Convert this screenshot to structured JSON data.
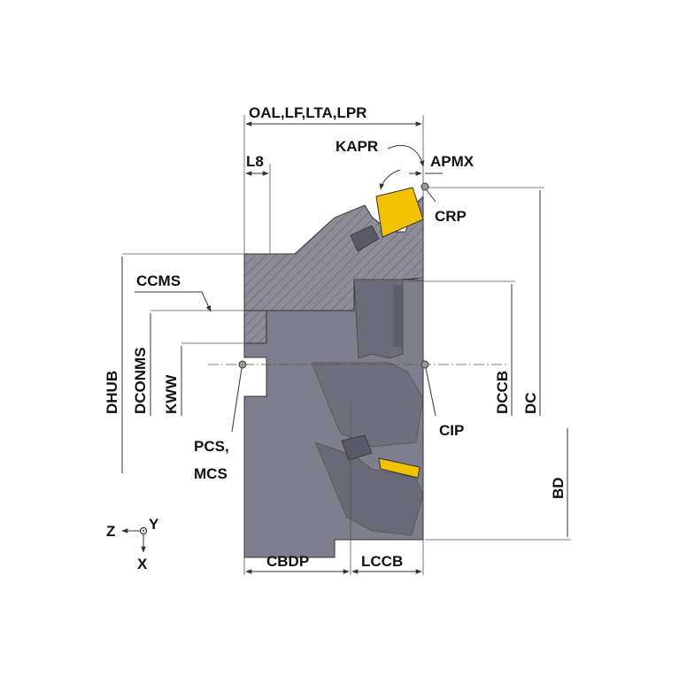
{
  "labels": {
    "oal": "OAL,LF,LTA,LPR",
    "l8": "L8",
    "kapr": "KAPR",
    "apmx": "APMX",
    "crp": "CRP",
    "ccms": "CCMS",
    "dhub": "DHUB",
    "dconms": "DCONMS",
    "kww": "KWW",
    "pcs": "PCS,",
    "mcs": "MCS",
    "dccb": "DCCB",
    "dc": "DC",
    "cip": "CIP",
    "bd": "BD",
    "cbdp": "CBDP",
    "lccb": "LCCB",
    "axis_z": "Z",
    "axis_y": "Y",
    "axis_x": "X"
  },
  "colors": {
    "body": "#7f7e8c",
    "body_dark": "#5e5d6b",
    "hatch": "#8d8b97",
    "insert": "#f2c200",
    "line": "#333333"
  }
}
